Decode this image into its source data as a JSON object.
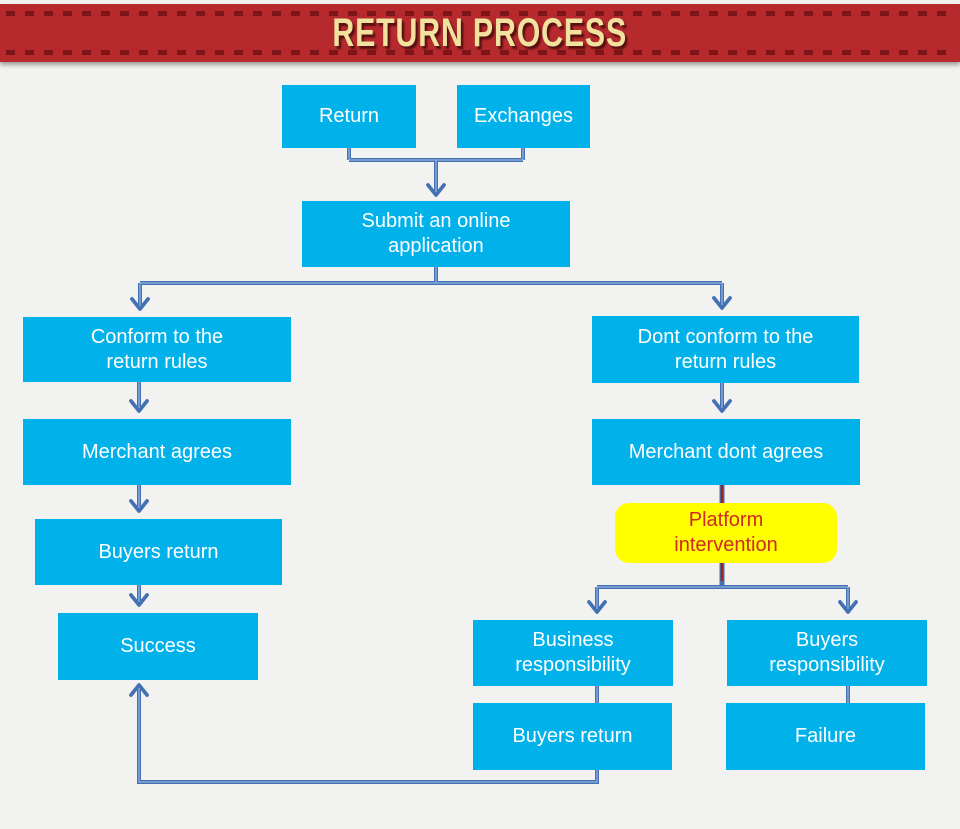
{
  "banner": {
    "title": "RETURN PROCESS",
    "bg_color": "#b62a2d",
    "stitch_color": "#7d1518",
    "text_color": "#f2e2a0"
  },
  "colors": {
    "page_bg": "#f2f2f0",
    "node_fill": "#00b1ea",
    "node_text": "#ffffff",
    "connector": "#4470b4",
    "connector_core": "#93b2dd",
    "special_connector": "#9c241c",
    "highlight_fill": "#ffff00",
    "highlight_text": "#cf2a23"
  },
  "nodes": {
    "return": {
      "label": "Return"
    },
    "exchanges": {
      "label": "Exchanges"
    },
    "submit": {
      "label": "Submit an online\napplication"
    },
    "conform": {
      "label": "Conform to the\nreturn rules"
    },
    "dont_conform": {
      "label": "Dont conform to the\nreturn rules"
    },
    "merchant_agrees": {
      "label": "Merchant agrees"
    },
    "buyers_return_left": {
      "label": "Buyers return"
    },
    "success": {
      "label": "Success"
    },
    "merchant_dont_agrees": {
      "label": "Merchant dont agrees"
    },
    "platform_intervention": {
      "label": "Platform\nintervention"
    },
    "business_responsibility": {
      "label": "Business\nresponsibility"
    },
    "buyers_responsibility": {
      "label": "Buyers\nresponsibility"
    },
    "buyers_return_right": {
      "label": "Buyers return"
    },
    "failure": {
      "label": "Failure"
    }
  },
  "edges": [
    {
      "from": "return",
      "to": "submit"
    },
    {
      "from": "exchanges",
      "to": "submit"
    },
    {
      "from": "submit",
      "to": "conform"
    },
    {
      "from": "submit",
      "to": "dont_conform"
    },
    {
      "from": "conform",
      "to": "merchant_agrees"
    },
    {
      "from": "merchant_agrees",
      "to": "buyers_return_left"
    },
    {
      "from": "buyers_return_left",
      "to": "success"
    },
    {
      "from": "dont_conform",
      "to": "merchant_dont_agrees"
    },
    {
      "from": "merchant_dont_agrees",
      "to": "platform_intervention"
    },
    {
      "from": "platform_intervention",
      "to": "business_responsibility"
    },
    {
      "from": "platform_intervention",
      "to": "buyers_responsibility"
    },
    {
      "from": "business_responsibility",
      "to": "buyers_return_right"
    },
    {
      "from": "buyers_responsibility",
      "to": "failure"
    },
    {
      "from": "buyers_return_right",
      "to": "success"
    }
  ]
}
